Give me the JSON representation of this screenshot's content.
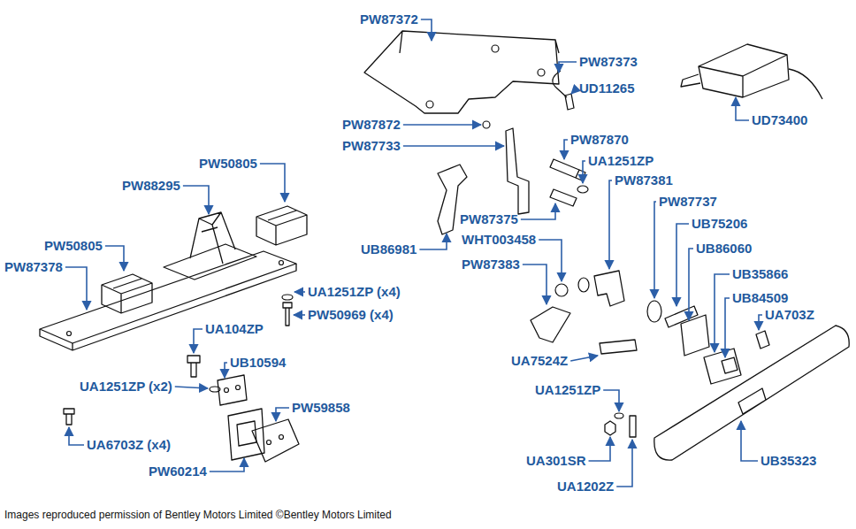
{
  "diagram": {
    "labels": [
      "PW87372",
      "PW87373",
      "UD11265",
      "UD73400",
      "PW50805",
      "PW88295",
      "PW87872",
      "PW87733",
      "PW87870",
      "PW50805",
      "PW87378",
      "UA1251ZP",
      "PW87381",
      "PW87737",
      "UB75206",
      "UA1251ZP (x4)",
      "PW87375",
      "UB86981",
      "WHT003458",
      "UB86060",
      "PW50969 (x4)",
      "PW87383",
      "UB35866",
      "UB84509",
      "UA104ZP",
      "UA703Z",
      "UB10594",
      "UA7524Z",
      "UA1251ZP (x2)",
      "PW59858",
      "UA1251ZP",
      "UA6703Z (x4)",
      "UA301SR",
      "UB35323",
      "PW60214",
      "UA1202Z",
      "Images reproduced permission of Bentley Motors Limited ©Bentley Motors Limited"
    ]
  }
}
